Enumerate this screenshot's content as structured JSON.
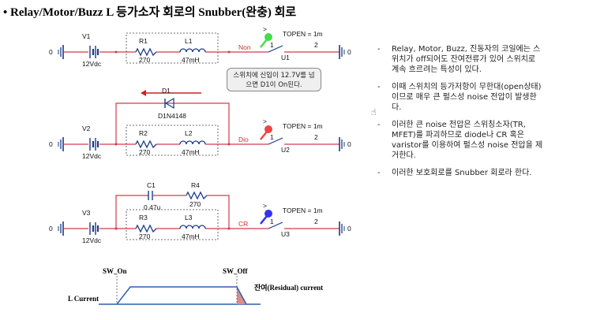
{
  "title": "• Relay/Motor/Buzz L 등가소자 회로의 Snubber(완충) 회로",
  "circuits": [
    {
      "source": "V1",
      "source_value": "12Vdc",
      "resistor": "R1",
      "resistor_value": "270",
      "inductor": "L1",
      "inductor_value": "47mH",
      "net": "Non",
      "switch": "U1",
      "topen": "TOPEN = 1m",
      "pin1": "1",
      "pin2": "2",
      "ground": "0",
      "probe_color": "#44dd44"
    },
    {
      "source": "V2",
      "source_value": "12Vdc",
      "resistor": "R2",
      "resistor_value": "270",
      "inductor": "L2",
      "inductor_value": "47mH",
      "net": "Dio",
      "switch": "U2",
      "topen": "TOPEN = 1m",
      "pin1": "1",
      "pin2": "2",
      "ground": "0",
      "probe_color": "#ee4444"
    },
    {
      "source": "V3",
      "source_value": "12Vdc",
      "resistor": "R3",
      "resistor_value": "270",
      "inductor": "L3",
      "inductor_value": "47mH",
      "net": "CR",
      "switch": "U3",
      "topen": "TOPEN = 1m",
      "pin1": "1",
      "pin2": "2",
      "ground": "0",
      "probe_color": "#3333ee"
    }
  ],
  "diode": {
    "name": "D1",
    "part": "D1N4148"
  },
  "snubber": {
    "capacitor": "C1",
    "capacitor_value": "0.47u",
    "resistor": "R4",
    "resistor_value": "270"
  },
  "callout": "스위치에 신입이 12.7V를 넘으면 D1이 On된다.",
  "notes": [
    "Relay, Motor, Buzz, 진동자의 코일에는 스위치가 off되어도 잔여전류가 있어 스위치로 계속 흐르려는 특성이 있다.",
    "이때 스위치의 등가저항이 무한대(open상태)이므로 매우 큰 펄스성 noise 전압이 발생한다.",
    "이러한 큰 noise 전압은 스위칭소자(TR, MFET)를 파괴하므로 diode나 CR 혹은 varistor를 이용하여 펄스성 noise 전압을 제거한다.",
    "이러한 보호회로를 Snubber 회로라 한다."
  ],
  "waveform": {
    "sw_on": "SW_On",
    "sw_off": "SW_Off",
    "current_label": "L Current",
    "residual_label": "잔여(Residual) current"
  },
  "colors": {
    "wire": "#d33a4a",
    "component": "#1a3a8a",
    "waveform": "#2e5fa8",
    "residual_fill": "#e08a8a"
  }
}
